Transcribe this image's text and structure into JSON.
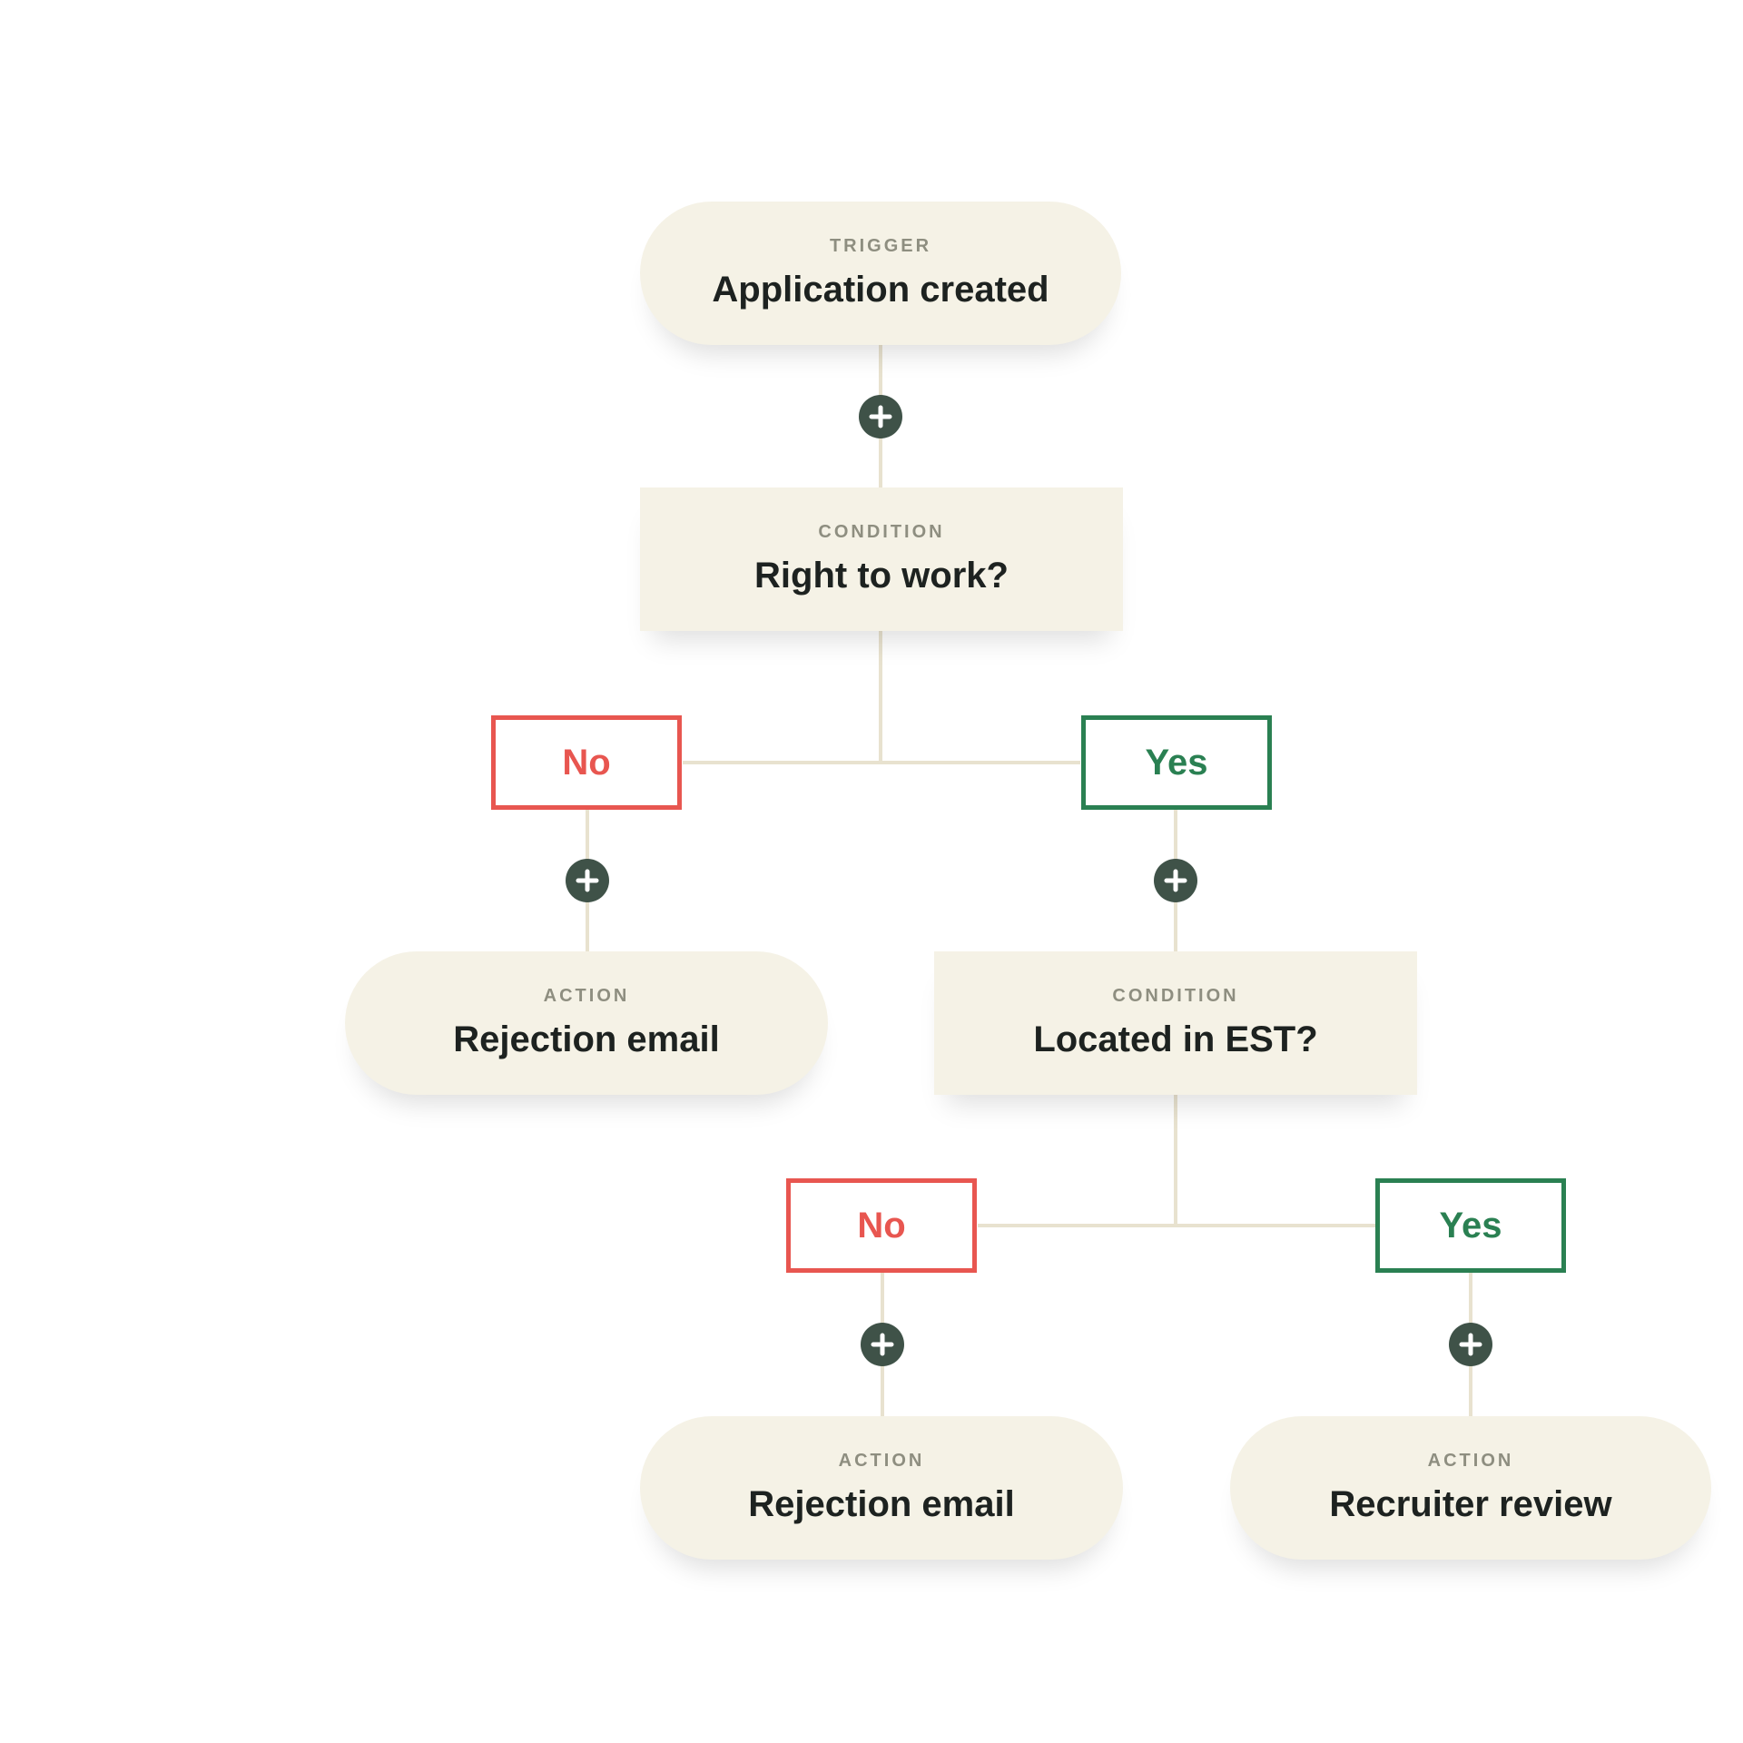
{
  "trigger": {
    "kind": "TRIGGER",
    "title": "Application created"
  },
  "condition_1": {
    "kind": "CONDITION",
    "title": "Right to work?"
  },
  "branch_1_no": {
    "label": "No"
  },
  "branch_1_yes": {
    "label": "Yes"
  },
  "action_1": {
    "kind": "ACTION",
    "title": "Rejection email"
  },
  "condition_2": {
    "kind": "CONDITION",
    "title": "Located in EST?"
  },
  "branch_2_no": {
    "label": "No"
  },
  "branch_2_yes": {
    "label": "Yes"
  },
  "action_2": {
    "kind": "ACTION",
    "title": "Rejection email"
  },
  "action_3": {
    "kind": "ACTION",
    "title": "Recruiter review"
  },
  "add_step_icon": "plus-icon",
  "colors": {
    "node_fill": "#f5f2e6",
    "connector": "#e8e2cf",
    "no": "#e85650",
    "yes": "#2a8052",
    "add_button": "#3f5248",
    "kind_text": "#8e8e80",
    "title_text": "#1d2220"
  }
}
